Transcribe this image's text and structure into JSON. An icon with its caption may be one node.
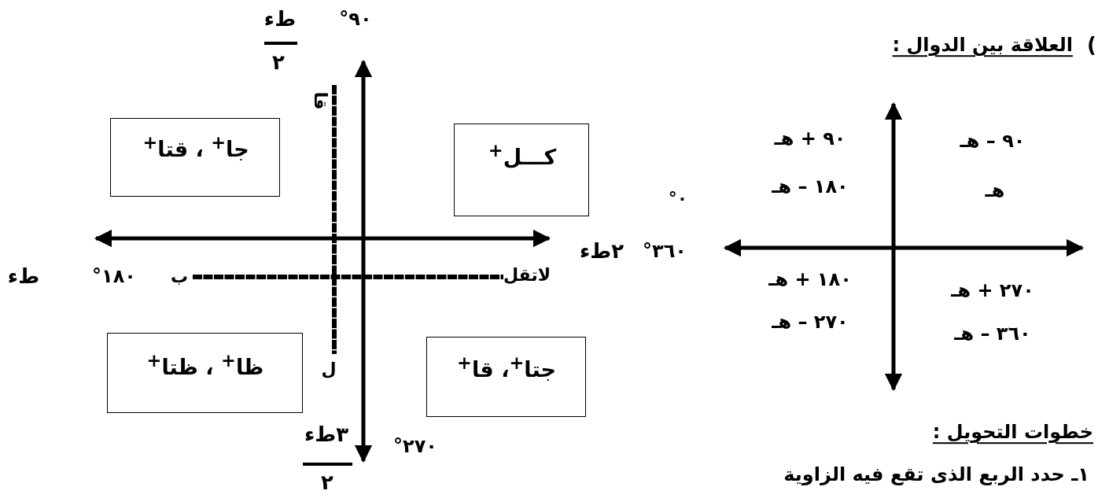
{
  "diagram": {
    "nodes": [
      {
        "text": [
          "جا$^{+}$ ، قتا$^{+}$"
        ]
      },
      {
        "text": [
          "كـــل$^{+}$"
        ]
      },
      {
        "text": [
          "ظا$^{+}$ ، ظتا$^{+}$"
        ]
      },
      {
        "text": [
          "جتا$^{+}$، قا$^{+}$"
        ]
      }
    ],
    "labels": [
      "طء",
      "٢",
      "٩٠°",
      "قا",
      "١٨٠°",
      "طء",
      "ب",
      "لاتقل",
      "٠°",
      "٢طء",
      "٣٦٠°",
      "ل",
      "٣طء",
      "٢",
      "٢٧٠°",
      ")",
      "العلاقة بين الدوال :",
      "٩٠ + هـ",
      "٩٠ – هـ",
      "١٨٠ – هـ",
      "هـ",
      "١٨٠ + هـ",
      "٢٧٠ + هـ",
      "٢٧٠ – هـ",
      "٣٦٠ – هـ",
      "خطوات التحويل :",
      "١ـ حدد الربع الذى تقع فيه الزاوية"
    ]
  }
}
